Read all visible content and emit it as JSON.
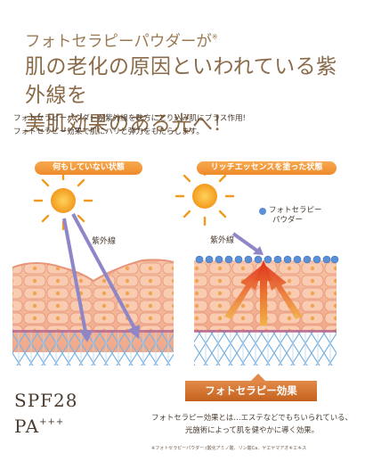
{
  "headline": {
    "line1": "フォトセラピーパウダーが",
    "line1_mark": "※",
    "line2": "肌の老化の原因といわれている紫外線を",
    "line3": "美肌効果のある光へ!"
  },
  "intro": {
    "line1": "フォトセラピーパウダーが紫外線を味方にとり込み肌にプラス作用!",
    "line2": "フォトセラピー効果で肌にハリと弾力をもたらします。"
  },
  "left_panel": {
    "label": "何もしていない状態",
    "uv_label": "紫外線"
  },
  "right_panel": {
    "label": "リッチエッセンスを塗った状態",
    "uv_label": "紫外線",
    "legend_line1": "フォトセラピー",
    "legend_line2": "パウダー"
  },
  "effect": {
    "banner": "フォトセラピー効果",
    "desc_line1": "フォトセラピー効果とは…エステなどでもちいられている、",
    "desc_line2": "光施術によって肌を健やかに導く効果。"
  },
  "spf": {
    "spf_text": "SPF28",
    "pa_text": "PA",
    "pa_plus": "+++"
  },
  "footnote": "※フォトセラピーパウダー:(酸化アミノ酸、リン酸Ca、ヤエヤマアオキエキス",
  "colors": {
    "headline": "#8a6a48",
    "pill_orange": "#ee8a2a",
    "banner_orange": "#c4621e",
    "uv_arrow": "#8f86c8",
    "powder_blue": "#5b8fd6"
  }
}
